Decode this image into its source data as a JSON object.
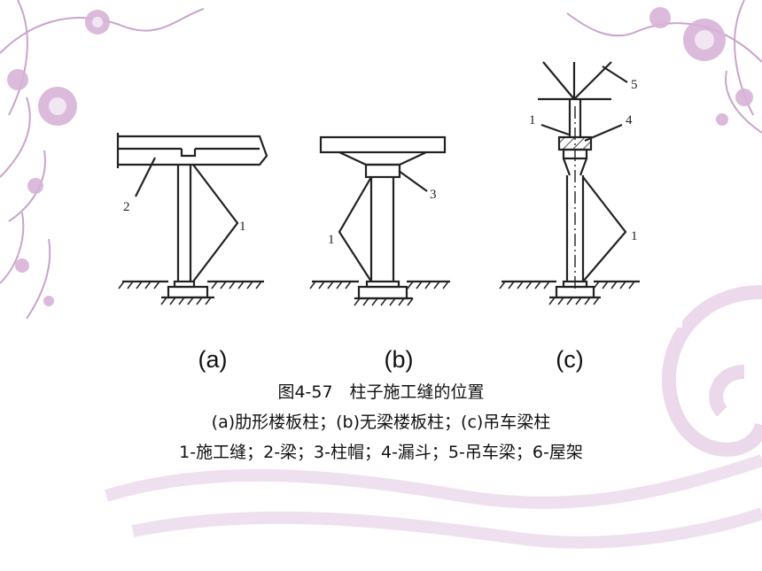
{
  "subfigures": [
    {
      "label": "(a)",
      "callouts": [
        "2",
        "1"
      ]
    },
    {
      "label": "(b)",
      "callouts": [
        "3",
        "1"
      ]
    },
    {
      "label": "(c)",
      "callouts": [
        "5",
        "1",
        "4",
        "1"
      ]
    }
  ],
  "caption": {
    "title": "图4-57　柱子施工缝的位置",
    "line2": "(a)肋形楼板柱；(b)无梁楼板柱；(c)吊车梁柱",
    "line3": "1-施工缝；2-梁；3-柱帽；4-漏斗；5-吊车梁；6-屋架"
  },
  "colors": {
    "decor_purple": "#c9a4cc",
    "decor_pink": "#e7cfe6",
    "line": "#222222"
  }
}
